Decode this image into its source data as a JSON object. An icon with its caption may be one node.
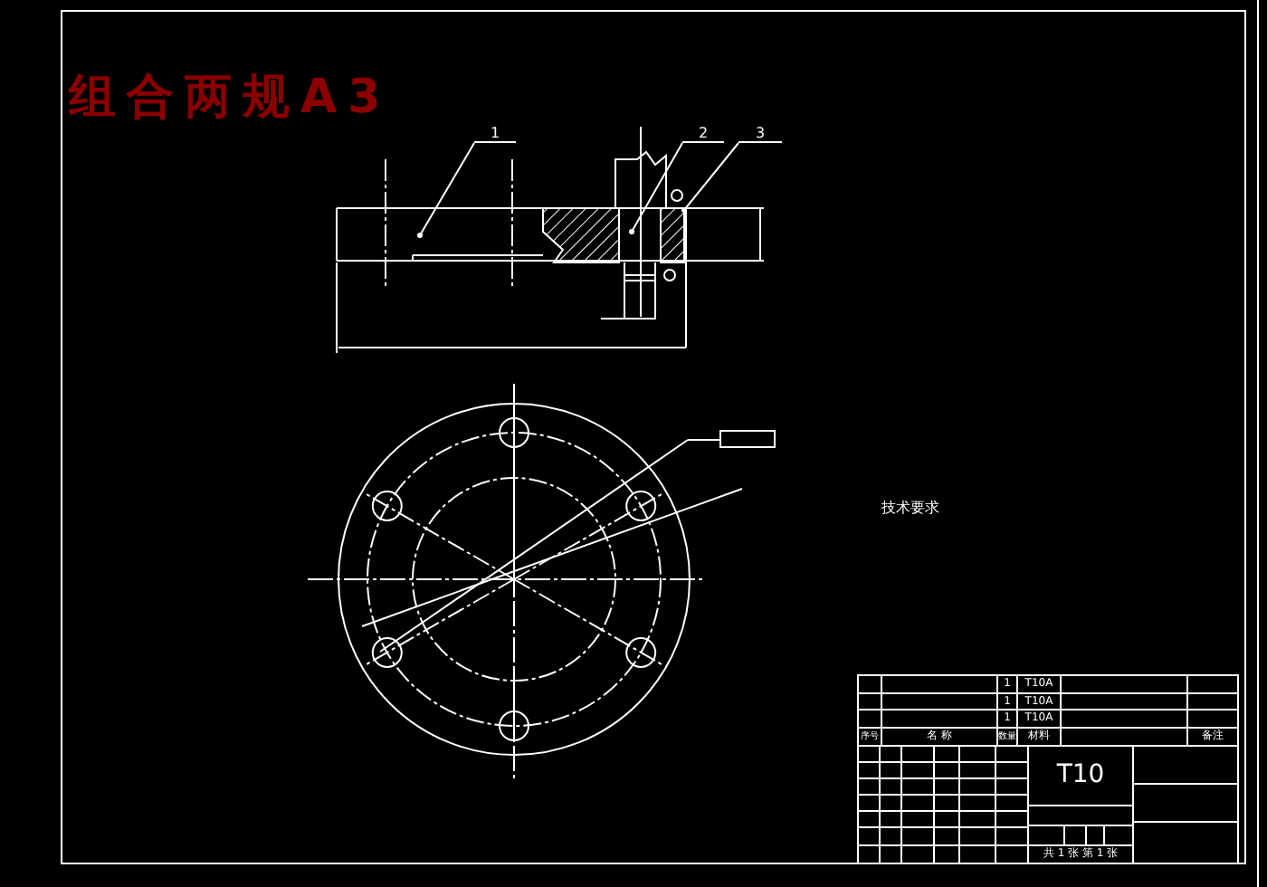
{
  "diagram": {
    "title": "组合两规A3",
    "nodes": [
      {
        "text": [
          "1"
        ]
      },
      {
        "text": [
          "2"
        ]
      },
      {
        "text": [
          "3"
        ]
      }
    ],
    "edges": [
      {
        "from": 0,
        "to": null,
        "arrow": "other"
      },
      {
        "from": 1,
        "to": null,
        "arrow": "other"
      },
      {
        "from": 2,
        "to": null,
        "arrow": "other"
      }
    ],
    "labels": [
      "技术要求",
      "1",
      "T10A",
      "1",
      "T10A",
      "1",
      "T10A",
      "序号",
      "名 称",
      "数量",
      "材料",
      "备注",
      "T10",
      "共 1 张 第 1 张"
    ]
  }
}
